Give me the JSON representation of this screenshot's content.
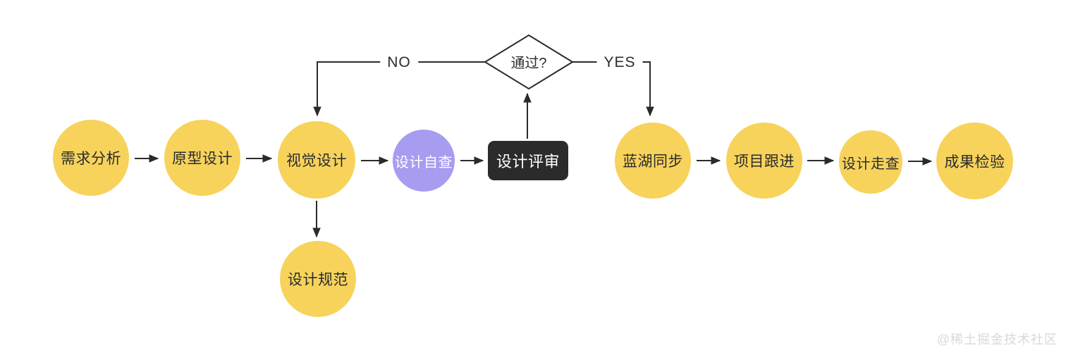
{
  "page": {
    "watermark": "@稀土掘金技术社区"
  },
  "colors": {
    "node_yellow": "#F7D35C",
    "node_purple": "#A69CF0",
    "node_dark": "#2B2B2B",
    "connector_line": "#2B2B2B",
    "text_dark": "#2B2B2B",
    "text_light": "#FFFFFF",
    "watermark_gray": "#D9D9D9",
    "background": "#FFFFFF"
  },
  "flow": {
    "nodes": [
      {
        "id": "requirement-analysis",
        "label": "需求分析",
        "shape": "circle",
        "color": "yellow"
      },
      {
        "id": "prototype-design",
        "label": "原型设计",
        "shape": "circle",
        "color": "yellow"
      },
      {
        "id": "visual-design",
        "label": "视觉设计",
        "shape": "circle",
        "color": "yellow"
      },
      {
        "id": "design-self-check",
        "label": "设计自查",
        "shape": "circle",
        "color": "purple"
      },
      {
        "id": "design-review",
        "label": "设计评审",
        "shape": "rounded-rect",
        "color": "dark"
      },
      {
        "id": "lanhu-sync",
        "label": "蓝湖同步",
        "shape": "circle",
        "color": "yellow"
      },
      {
        "id": "project-follow-up",
        "label": "项目跟进",
        "shape": "circle",
        "color": "yellow"
      },
      {
        "id": "design-walkthrough",
        "label": "设计走查",
        "shape": "circle",
        "color": "yellow"
      },
      {
        "id": "result-verification",
        "label": "成果检验",
        "shape": "circle",
        "color": "yellow"
      },
      {
        "id": "design-spec",
        "label": "设计规范",
        "shape": "circle",
        "color": "yellow"
      }
    ],
    "decision": {
      "id": "pass-decision",
      "label": "通过?",
      "shape": "diamond"
    },
    "branch_labels": {
      "no": "NO",
      "yes": "YES"
    }
  }
}
